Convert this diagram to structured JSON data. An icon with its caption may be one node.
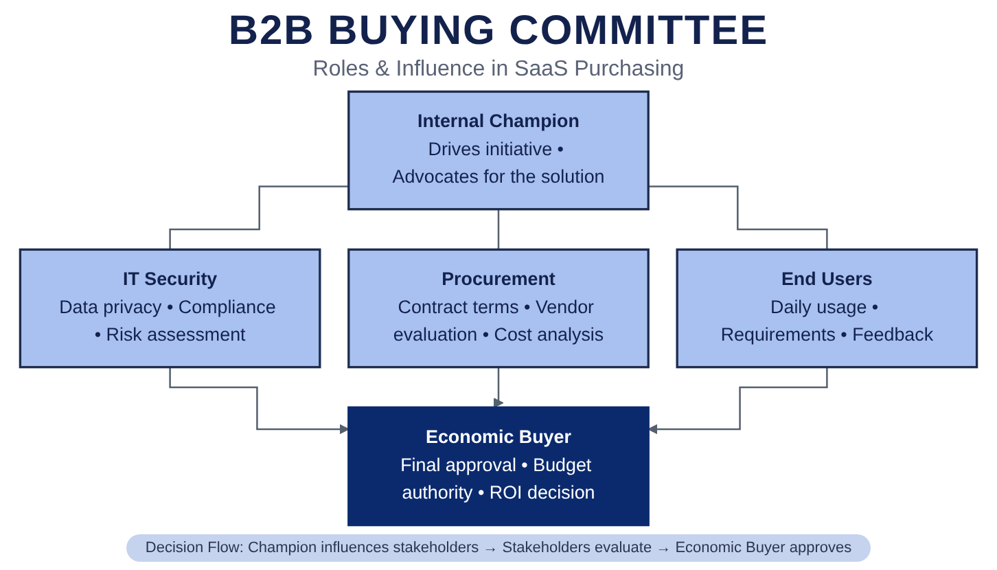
{
  "diagram": {
    "title": "B2B BUYING COMMITTEE",
    "nodes": [
      {
        "text": [
          "Internal Champion",
          "Drives initiative • Advocates for the solution"
        ]
      },
      {
        "text": [
          "IT Security",
          "Data privacy • Compliance • Risk assessment"
        ]
      },
      {
        "text": [
          "Procurement",
          "Contract terms • Vendor evaluation • Cost analysis"
        ]
      },
      {
        "text": [
          "End Users",
          "Daily usage • Requirements • Feedback"
        ]
      },
      {
        "text": [
          "Economic Buyer",
          "Final approval • Budget authority • ROI decision"
        ]
      }
    ],
    "edges": [
      {
        "from": 0,
        "to": 1,
        "arrow": "none"
      },
      {
        "from": 0,
        "to": 2,
        "arrow": "none"
      },
      {
        "from": 0,
        "to": 3,
        "arrow": "none"
      },
      {
        "from": 1,
        "to": 4,
        "arrow": "to"
      },
      {
        "from": 2,
        "to": 4,
        "arrow": "to"
      },
      {
        "from": 3,
        "to": 4,
        "arrow": "to"
      }
    ],
    "labels": [
      "Roles & Influence in SaaS Purchasing",
      "Decision Flow: Champion influences stakeholders → Stakeholders evaluate → Economic Buyer approves"
    ]
  }
}
